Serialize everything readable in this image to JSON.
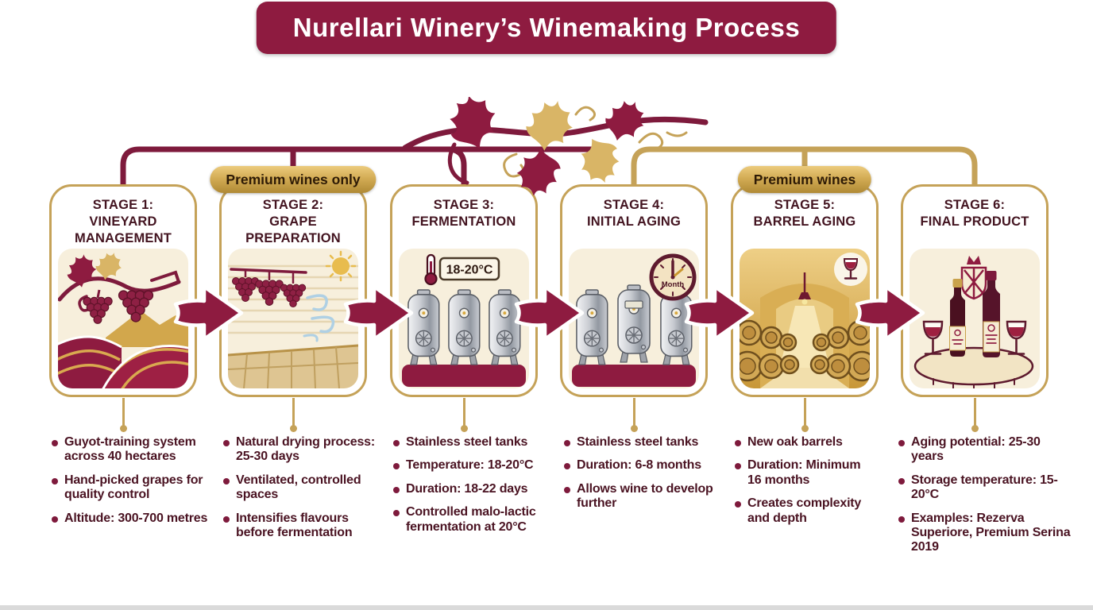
{
  "title": "Nurellari Winery’s Winemaking Process",
  "colors": {
    "maroon": "#8E1B40",
    "dark_maroon_text": "#431420",
    "gold": "#C5A258",
    "cream": "#F7EFDC",
    "bullet_text": "#4A1322"
  },
  "stages": [
    {
      "stage_label": "STAGE 1:",
      "name": "VINEYARD MANAGEMENT",
      "badge": null,
      "icon": "vineyard-hills-grapes",
      "bullets": [
        "Guyot-training system across 40 hectares",
        "Hand-picked grapes for quality control",
        "Altitude: 300-700 metres"
      ]
    },
    {
      "stage_label": "STAGE 2:",
      "name": "GRAPE PREPARATION",
      "badge": "Premium wines only",
      "icon": "grape-drying-room",
      "bullets": [
        "Natural drying process: 25-30 days",
        "Ventilated, controlled spaces",
        "Intensifies flavours before fermentation"
      ]
    },
    {
      "stage_label": "STAGE 3:",
      "name": "FERMENTATION",
      "badge": null,
      "icon": "steel-tanks-thermometer",
      "icon_label": "18-20°C",
      "bullets": [
        "Stainless steel tanks",
        "Temperature: 18-20°C",
        "Duration: 18-22 days",
        "Controlled malo-lactic fermentation at 20°C"
      ]
    },
    {
      "stage_label": "STAGE 4:",
      "name": "INITIAL AGING",
      "badge": null,
      "icon": "steel-tanks-clock",
      "icon_label": "Month",
      "bullets": [
        "Stainless steel tanks",
        "Duration: 6-8 months",
        "Allows wine to develop further"
      ]
    },
    {
      "stage_label": "STAGE 5:",
      "name": "BARREL AGING",
      "badge": "Premium wines",
      "icon": "oak-barrel-cellar",
      "bullets": [
        "New oak barrels",
        "Duration: Minimum 16 months",
        "Creates complexity and depth"
      ]
    },
    {
      "stage_label": "STAGE 6:",
      "name": "FINAL PRODUCT",
      "badge": null,
      "icon": "wine-bottles-glasses",
      "bullets": [
        "Aging potential: 25-30 years",
        "Storage temperature: 15-20°C",
        "Examples: Rezerva Superiore, Premium Serina 2019"
      ]
    }
  ]
}
